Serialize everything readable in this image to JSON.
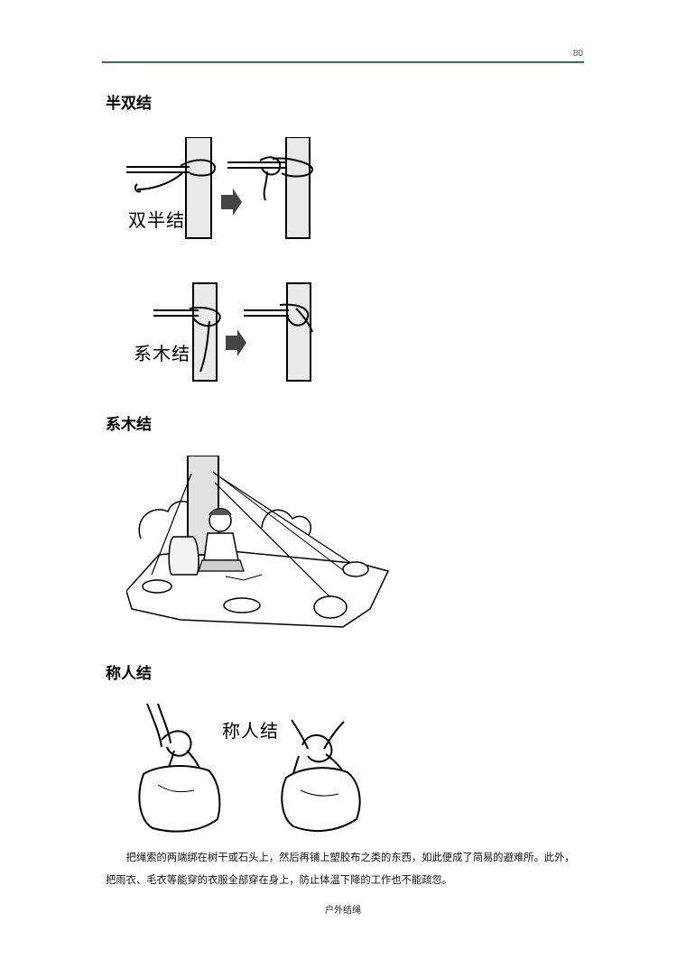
{
  "page": {
    "page_number": "80",
    "footer": "户外结绳"
  },
  "sections": [
    {
      "heading": "半双结"
    },
    {
      "heading": "系木结"
    },
    {
      "heading": "称人结"
    }
  ],
  "figures": {
    "double_half_hitch_label": "双半结",
    "timber_hitch_label": "系木结",
    "bowline_label": "称人结"
  },
  "body_text": "把绳索的两端绑在树干或石头上，然后再铺上塑胶布之类的东西，如此便成了简易的避难所。此外，把雨衣、毛衣等能穿的衣服全部穿在身上，防止体温下降的工作也不能疏忽。"
}
